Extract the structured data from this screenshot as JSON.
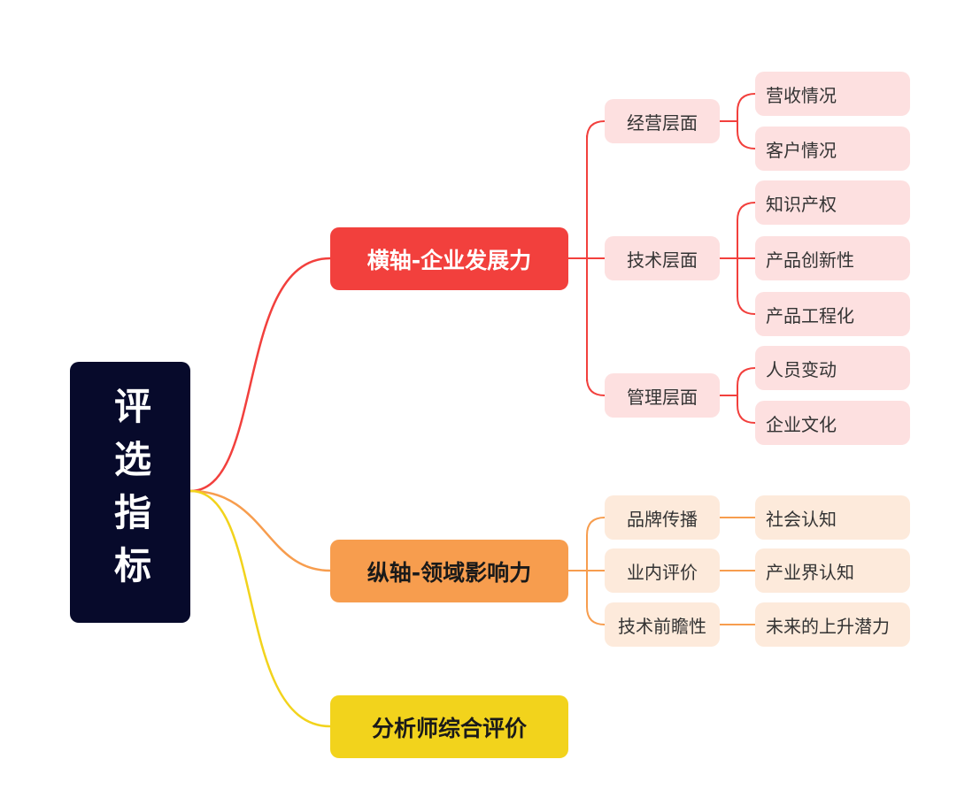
{
  "colors": {
    "root_bg": "#070a2b",
    "axis_red": "#f2403d",
    "axis_orange": "#f79d4e",
    "axis_yellow": "#f2d31c",
    "pink_node": "#fde0e0",
    "peach_node": "#fdeadb"
  },
  "root": {
    "label": "评选指标"
  },
  "horizontal_axis": {
    "label": "横轴-企业发展力",
    "groups": [
      {
        "label": "经营层面",
        "items": [
          "营收情况",
          "客户情况"
        ]
      },
      {
        "label": "技术层面",
        "items": [
          "知识产权",
          "产品创新性",
          "产品工程化"
        ]
      },
      {
        "label": "管理层面",
        "items": [
          "人员变动",
          "企业文化"
        ]
      }
    ]
  },
  "vertical_axis": {
    "label": "纵轴-领域影响力",
    "groups": [
      {
        "label": "品牌传播",
        "items": [
          "社会认知"
        ]
      },
      {
        "label": "业内评价",
        "items": [
          "产业界认知"
        ]
      },
      {
        "label": "技术前瞻性",
        "items": [
          "未来的上升潜力"
        ]
      }
    ]
  },
  "analyst": {
    "label": "分析师综合评价"
  }
}
